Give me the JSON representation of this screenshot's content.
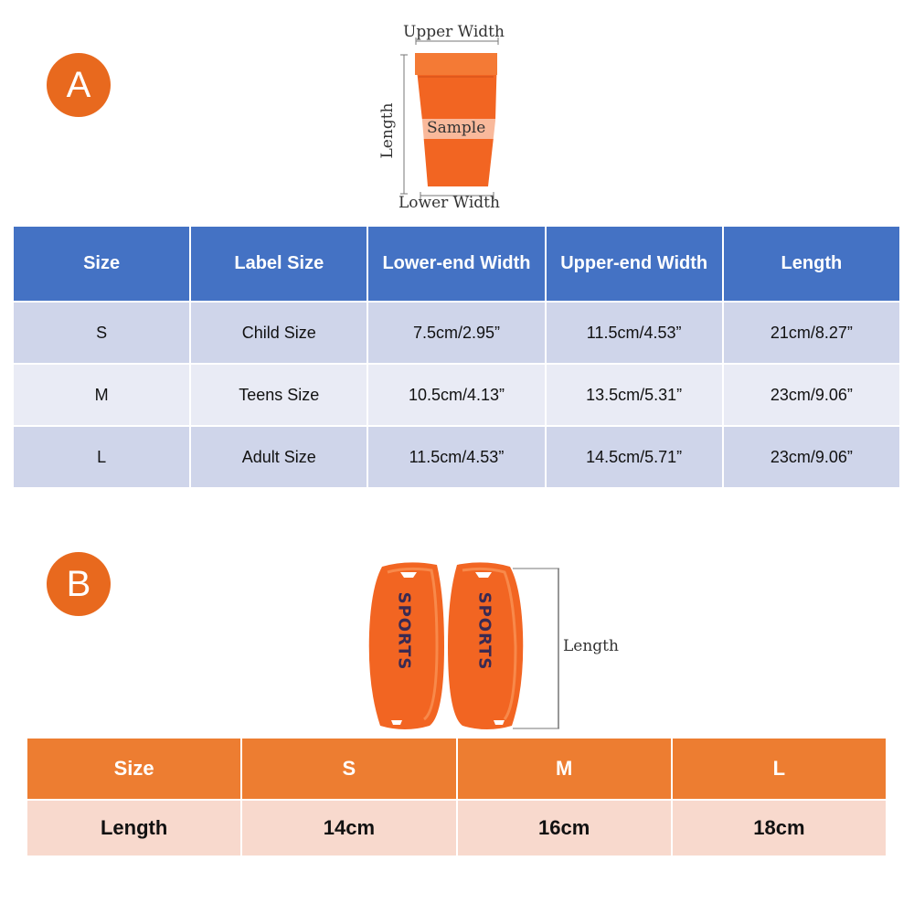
{
  "sectionA": {
    "badge": "A",
    "diagram": {
      "upper_width": "Upper Width",
      "lower_width": "Lower Width",
      "length": "Length",
      "sample": "Sample"
    },
    "headers": [
      "Size",
      "Label Size",
      "Lower-end Width",
      "Upper-end Width",
      "Length"
    ],
    "rows": [
      [
        "S",
        "Child Size",
        "7.5cm/2.95”",
        "11.5cm/4.53”",
        "21cm/8.27”"
      ],
      [
        "M",
        "Teens Size",
        "10.5cm/4.13”",
        "13.5cm/5.31”",
        "23cm/9.06”"
      ],
      [
        "L",
        "Adult Size",
        "11.5cm/4.53”",
        "14.5cm/5.71”",
        "23cm/9.06”"
      ]
    ]
  },
  "sectionB": {
    "badge": "B",
    "diagram": {
      "length": "Length",
      "brand_text": "SPORTS"
    },
    "headers": [
      "Size",
      "S",
      "M",
      "L"
    ],
    "row": [
      "Length",
      "14cm",
      "16cm",
      "18cm"
    ]
  },
  "colors": {
    "badge": "#E8691E",
    "blue_header": "#4472C4",
    "orange_header": "#ED7D31",
    "product_orange": "#F26522"
  }
}
